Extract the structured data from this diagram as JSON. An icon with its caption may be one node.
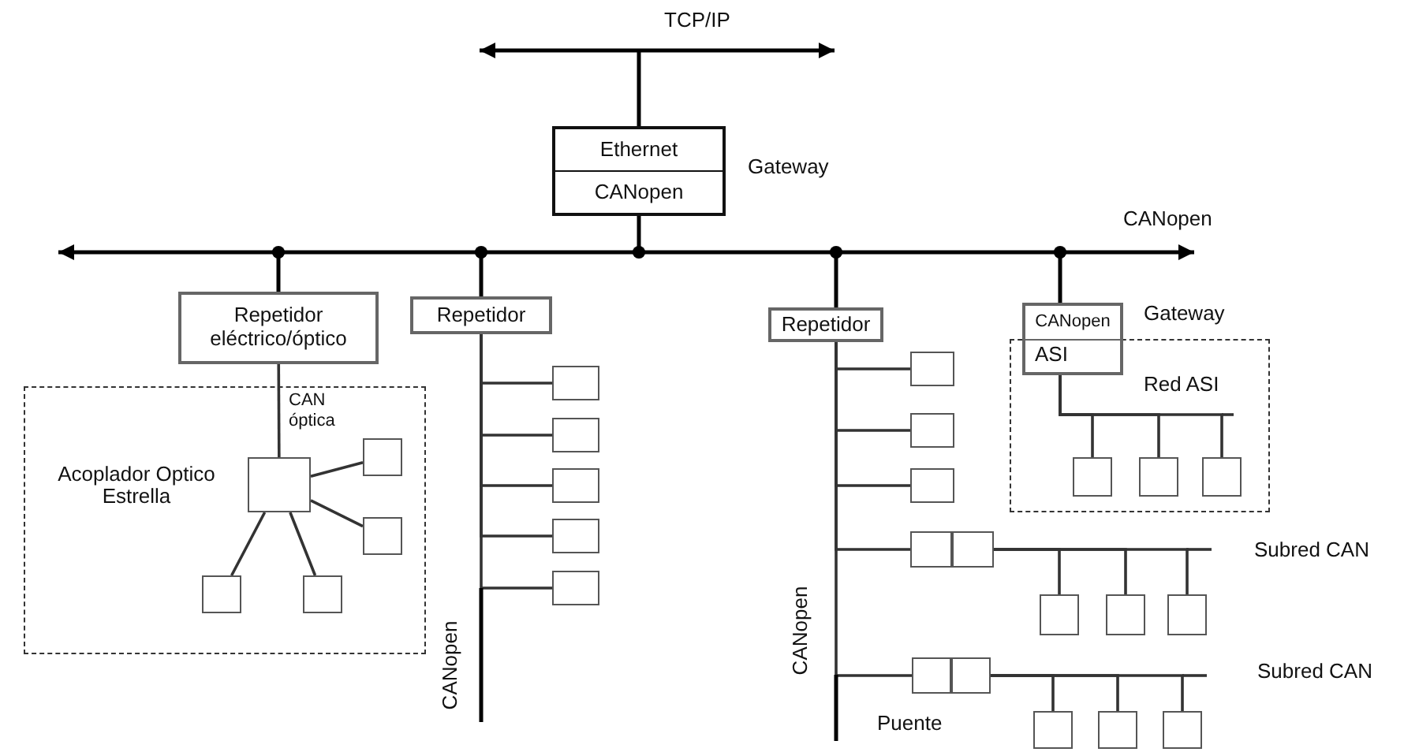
{
  "diagram": {
    "nodes": [
      {
        "text": [
          "TCP/IP"
        ]
      },
      {
        "text": [
          "Ethernet",
          "CANopen"
        ],
        "beside": [
          "Gateway"
        ]
      },
      {
        "text": [
          "CANopen"
        ]
      },
      {
        "text": [
          "Repetidor eléctrico/óptico"
        ]
      },
      {
        "text": [],
        "shape": "box"
      },
      {
        "text": [],
        "shape": "box",
        "in": 4,
        "beside": [
          "Acoplador Optico Estrella"
        ]
      },
      {
        "text": [],
        "shape": "box",
        "in": 4
      },
      {
        "text": [],
        "shape": "box",
        "in": 4
      },
      {
        "text": [],
        "shape": "box",
        "in": 4
      },
      {
        "text": [],
        "shape": "box",
        "in": 4
      },
      {
        "text": [
          "Repetidor"
        ]
      },
      {
        "text": [],
        "shape": "box"
      },
      {
        "text": [],
        "shape": "box"
      },
      {
        "text": [],
        "shape": "box"
      },
      {
        "text": [],
        "shape": "box"
      },
      {
        "text": [],
        "shape": "box"
      },
      {
        "text": [
          "Repetidor"
        ]
      },
      {
        "text": [],
        "shape": "box"
      },
      {
        "text": [],
        "shape": "box"
      },
      {
        "text": [],
        "shape": "box"
      },
      {
        "text": [],
        "shape": "box"
      },
      {
        "text": [],
        "shape": "box"
      },
      {
        "text": [],
        "shape": "box"
      },
      {
        "text": [],
        "shape": "box"
      },
      {
        "text": [],
        "shape": "box",
        "beside": [
          "Puente"
        ]
      },
      {
        "text": [],
        "shape": "box"
      },
      {
        "text": [],
        "shape": "box"
      },
      {
        "text": [],
        "shape": "box"
      },
      {
        "text": [
          "CANopen",
          "ASI"
        ],
        "beside": [
          "Gateway"
        ]
      },
      {
        "text": [],
        "shape": "box"
      },
      {
        "text": [],
        "shape": "box",
        "in": 29
      },
      {
        "text": [],
        "shape": "box",
        "in": 29
      },
      {
        "text": [],
        "shape": "box",
        "in": 29
      }
    ],
    "edges": [
      {
        "from": 1,
        "to": 0,
        "arrow": "none"
      },
      {
        "from": 1,
        "to": 2,
        "arrow": "other"
      },
      {
        "from": 3,
        "to": 2,
        "arrow": "other"
      },
      {
        "from": 3,
        "to": 5,
        "arrow": "none",
        "label": "CAN óptica"
      },
      {
        "from": 5,
        "to": 6,
        "arrow": "none"
      },
      {
        "from": 5,
        "to": 7,
        "arrow": "none"
      },
      {
        "from": 5,
        "to": 8,
        "arrow": "none"
      },
      {
        "from": 5,
        "to": 9,
        "arrow": "none"
      },
      {
        "from": 10,
        "to": 2,
        "arrow": "other"
      },
      {
        "from": 10,
        "to": 11,
        "arrow": "none"
      },
      {
        "from": 10,
        "to": 12,
        "arrow": "none"
      },
      {
        "from": 10,
        "to": 13,
        "arrow": "none"
      },
      {
        "from": 10,
        "to": 14,
        "arrow": "none"
      },
      {
        "from": 10,
        "to": 15,
        "arrow": "none"
      },
      {
        "from": 16,
        "to": 2,
        "arrow": "other"
      },
      {
        "from": 16,
        "to": 17,
        "arrow": "none"
      },
      {
        "from": 16,
        "to": 18,
        "arrow": "none"
      },
      {
        "from": 16,
        "to": 19,
        "arrow": "none"
      },
      {
        "from": 16,
        "to": 20,
        "arrow": "none"
      },
      {
        "from": 16,
        "to": 24,
        "arrow": "none"
      },
      {
        "from": 20,
        "to": 21,
        "arrow": "none"
      },
      {
        "from": 20,
        "to": 22,
        "arrow": "none"
      },
      {
        "from": 20,
        "to": 23,
        "arrow": "none"
      },
      {
        "from": 24,
        "to": 25,
        "arrow": "none"
      },
      {
        "from": 24,
        "to": 26,
        "arrow": "none"
      },
      {
        "from": 24,
        "to": 27,
        "arrow": "none"
      },
      {
        "from": 28,
        "to": 2,
        "arrow": "other"
      },
      {
        "from": 28,
        "to": 30,
        "arrow": "none"
      },
      {
        "from": 28,
        "to": 31,
        "arrow": "none"
      },
      {
        "from": 28,
        "to": 32,
        "arrow": "none"
      }
    ],
    "labels": [
      "Red ASI",
      "Subred CAN",
      "CANopen",
      "CANopen",
      "Subred CAN"
    ]
  }
}
